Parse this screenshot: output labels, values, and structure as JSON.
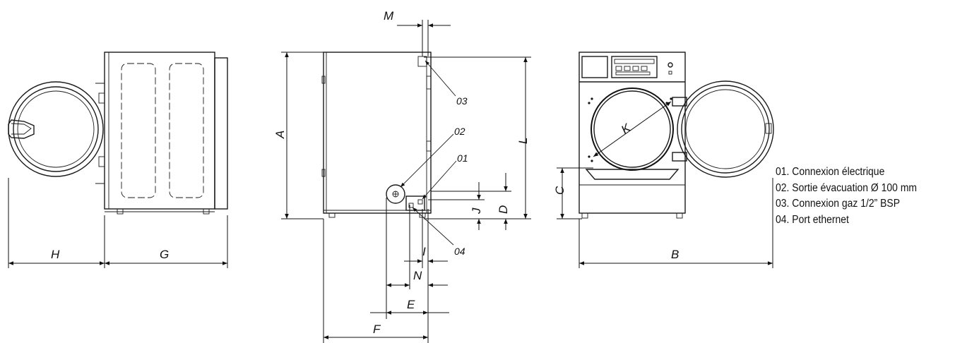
{
  "dimension_labels": {
    "a": "A",
    "b": "B",
    "c": "C",
    "d": "D",
    "e": "E",
    "f": "F",
    "g": "G",
    "h": "H",
    "i": "I",
    "j": "J",
    "k": "K",
    "l": "L",
    "m": "M",
    "n": "N"
  },
  "callouts": {
    "c01": "01",
    "c02": "02",
    "c03": "03",
    "c04": "04"
  },
  "legend": [
    "01. Connexion électrique",
    "02. Sortie évacuation Ø 100 mm",
    "03. Connexion gaz 1/2” BSP",
    "04. Port ethernet"
  ]
}
